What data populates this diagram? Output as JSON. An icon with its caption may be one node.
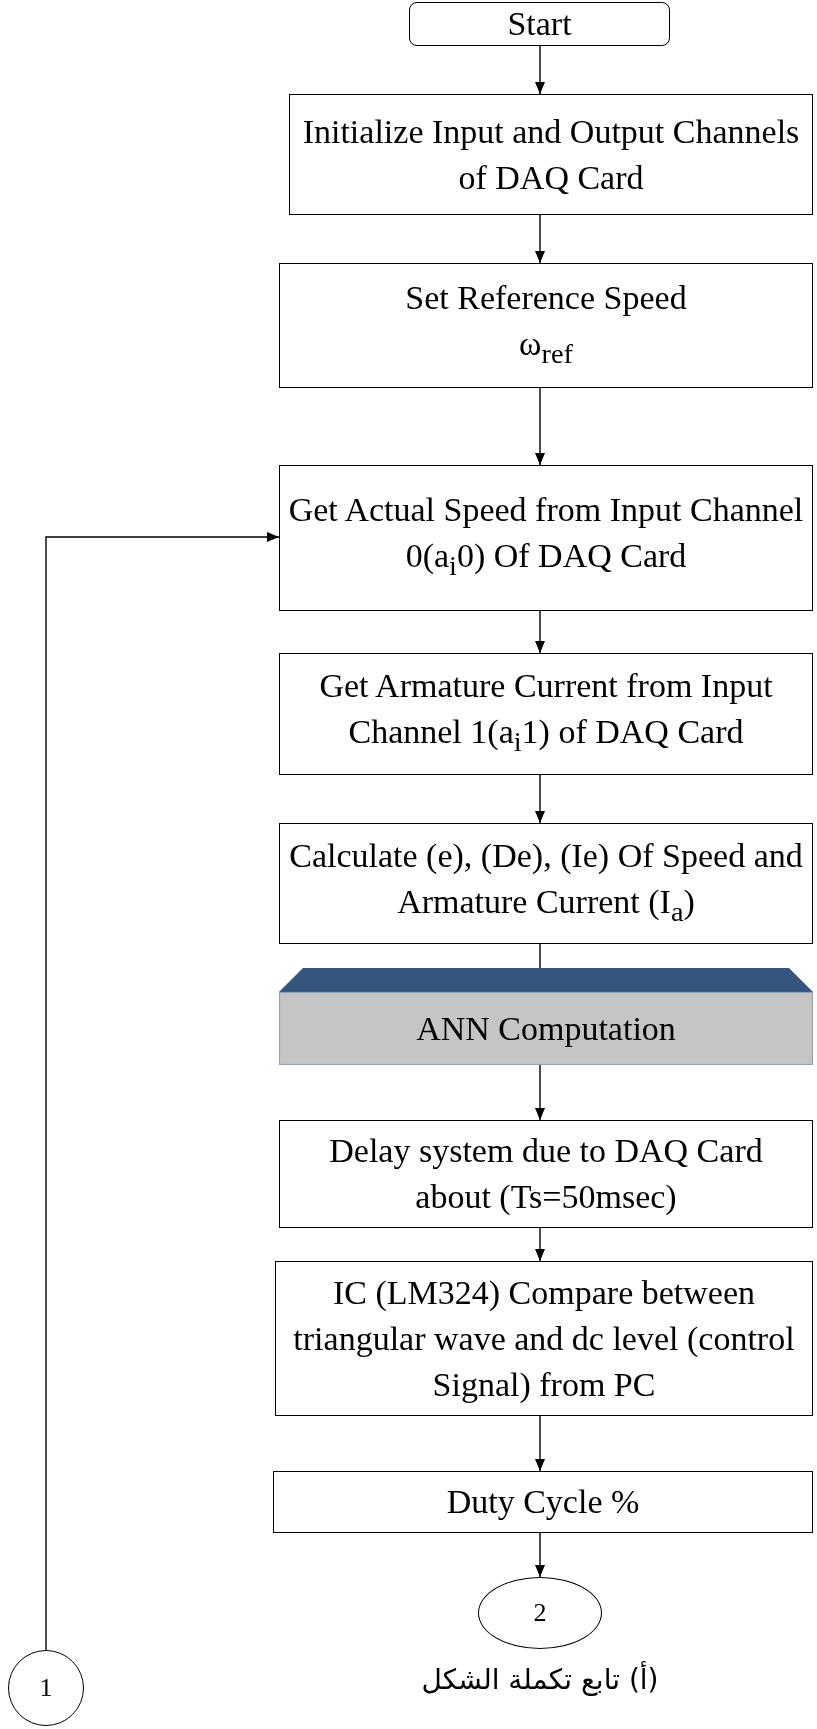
{
  "diagram": {
    "caption": "(أ) تابع تكملة الشكل",
    "nodes": [
      {
        "text": [
          "Start"
        ]
      },
      {
        "text": [
          "Initialize Input and Output Channels of DAQ Card"
        ]
      },
      {
        "text": [
          "Set Reference Speed",
          "ω$_{ref}$"
        ]
      },
      {
        "text": [
          "Get Actual Speed from Input Channel 0(a$_{i}$0) Of DAQ Card"
        ]
      },
      {
        "text": [
          "Get Armature Current from Input Channel 1(a$_{i}$1) of DAQ Card"
        ]
      },
      {
        "text": [
          "Calculate (e), (De), (Ie) Of Speed and Armature Current (I$_{a}$)"
        ]
      },
      {
        "text": [
          "ANN Computation"
        ]
      },
      {
        "text": [
          "Delay system due to DAQ Card about (Ts=50msec)"
        ]
      },
      {
        "text": [
          "IC (LM324) Compare between triangular wave and dc level (control Signal) from PC"
        ]
      },
      {
        "text": [
          "Duty Cycle %"
        ]
      },
      {
        "text": [
          "2"
        ]
      },
      {
        "text": [
          "1"
        ]
      }
    ],
    "edges": [
      {
        "from": 0,
        "to": 1,
        "arrow": "to"
      },
      {
        "from": 1,
        "to": 2,
        "arrow": "to"
      },
      {
        "from": 2,
        "to": 3,
        "arrow": "to"
      },
      {
        "from": 3,
        "to": 4,
        "arrow": "to"
      },
      {
        "from": 4,
        "to": 5,
        "arrow": "to"
      },
      {
        "from": 5,
        "to": 6,
        "arrow": "to"
      },
      {
        "from": 6,
        "to": 7,
        "arrow": "to"
      },
      {
        "from": 7,
        "to": 8,
        "arrow": "to"
      },
      {
        "from": 8,
        "to": 9,
        "arrow": "to"
      },
      {
        "from": 9,
        "to": 10,
        "arrow": "to"
      },
      {
        "from": 11,
        "to": 3,
        "arrow": "to"
      }
    ]
  }
}
